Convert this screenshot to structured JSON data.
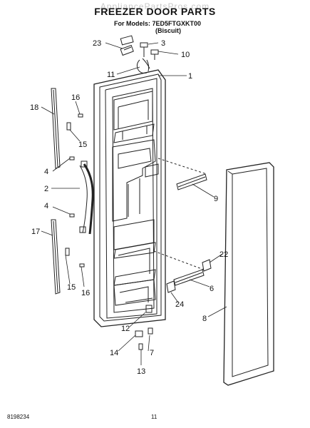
{
  "header": {
    "watermark": "AppliancePartsPros.com",
    "title": "FREEZER DOOR PARTS",
    "subtitle": "For Models: 7ED5FTGXKT00",
    "variant": "(Biscuit)"
  },
  "footer": {
    "document_number": "8198234",
    "page_number": "11"
  },
  "callouts": [
    {
      "id": "c23",
      "label": "23"
    },
    {
      "id": "c3",
      "label": "3"
    },
    {
      "id": "c10",
      "label": "10"
    },
    {
      "id": "c11",
      "label": "11"
    },
    {
      "id": "c1",
      "label": "1"
    },
    {
      "id": "c16a",
      "label": "16"
    },
    {
      "id": "c18",
      "label": "18"
    },
    {
      "id": "c15a",
      "label": "15"
    },
    {
      "id": "c4a",
      "label": "4"
    },
    {
      "id": "c2",
      "label": "2"
    },
    {
      "id": "c9",
      "label": "9"
    },
    {
      "id": "c4b",
      "label": "4"
    },
    {
      "id": "c17",
      "label": "17"
    },
    {
      "id": "c22",
      "label": "22"
    },
    {
      "id": "c15b",
      "label": "15"
    },
    {
      "id": "c16b",
      "label": "16"
    },
    {
      "id": "c6",
      "label": "6"
    },
    {
      "id": "c24",
      "label": "24"
    },
    {
      "id": "c8",
      "label": "8"
    },
    {
      "id": "c12",
      "label": "12"
    },
    {
      "id": "c14",
      "label": "14"
    },
    {
      "id": "c7",
      "label": "7"
    },
    {
      "id": "c13",
      "label": "13"
    }
  ]
}
